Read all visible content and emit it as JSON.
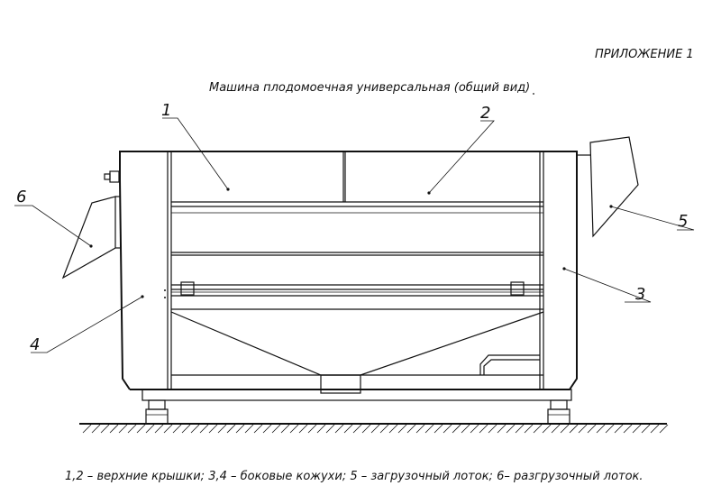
{
  "appendix_label": "ПРИЛОЖЕНИЕ 1",
  "title": "Машина плодомоечная универсальная (общий вид)",
  "caption": "1,2 – верхние крышки; 3,4 – боковые кожухи; 5 – загрузочный лоток; 6– разгрузочный лоток.",
  "callouts": {
    "c1": "1",
    "c2": "2",
    "c3": "3",
    "c4": "4",
    "c5": "5",
    "c6": "6"
  }
}
